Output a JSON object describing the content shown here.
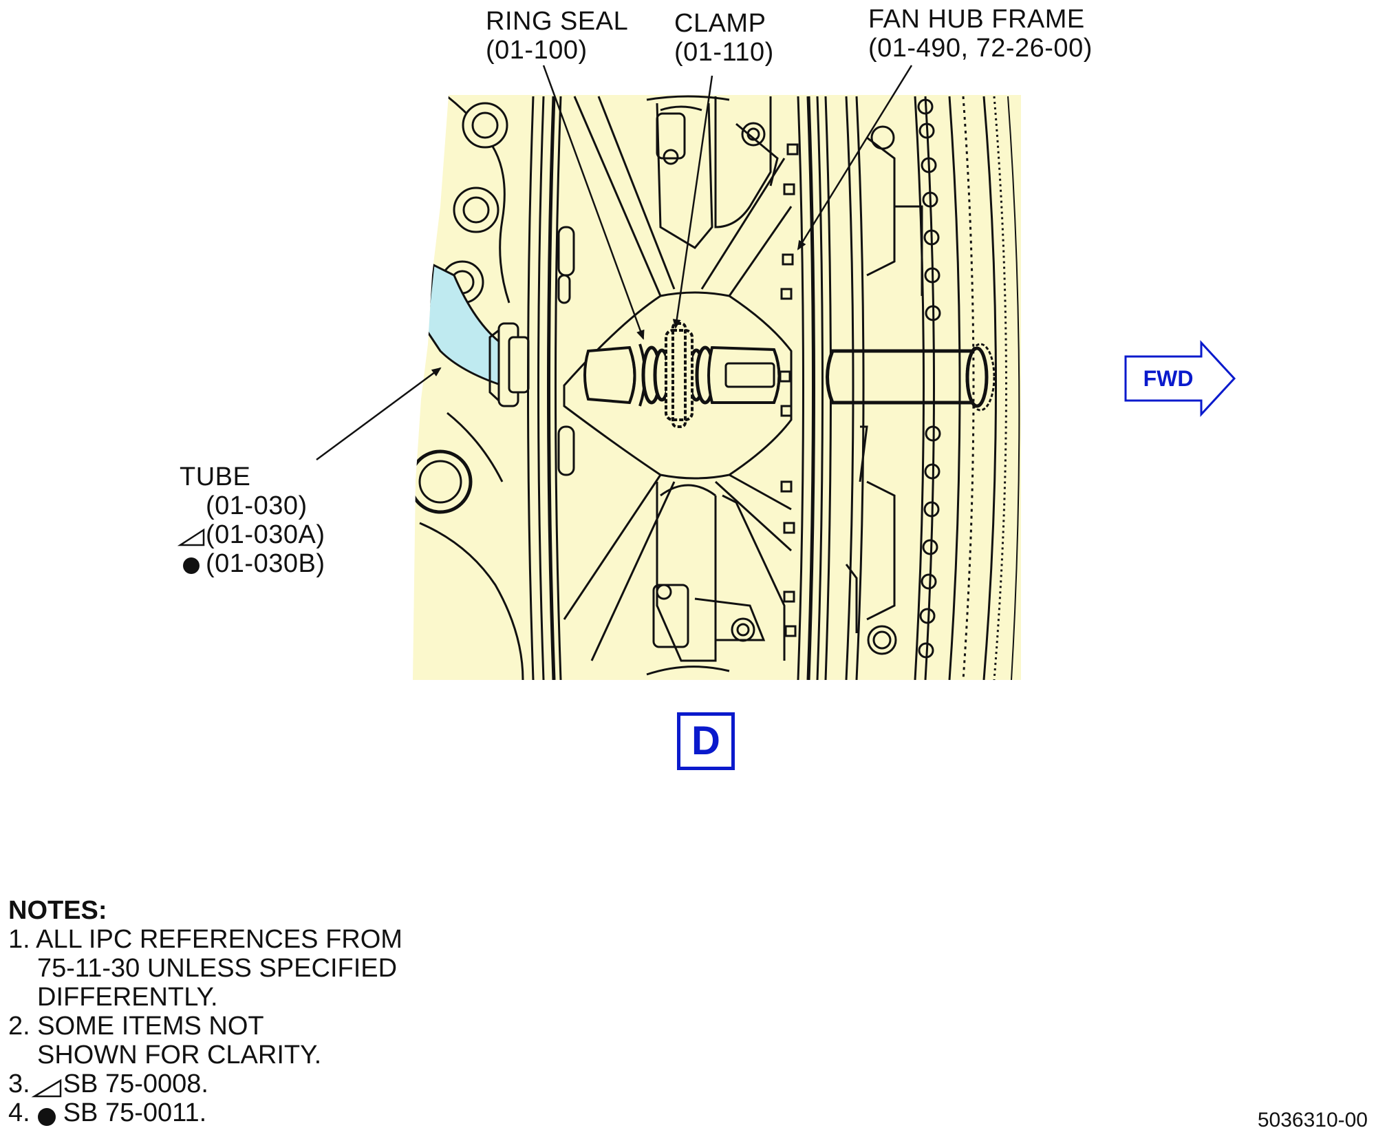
{
  "labels": {
    "ring_seal": {
      "name": "RING SEAL",
      "ref": "(01-100)"
    },
    "clamp": {
      "name": "CLAMP",
      "ref": "(01-110)"
    },
    "fan_hub_frame": {
      "name": "FAN HUB FRAME",
      "ref": "(01-490, 72-26-00)"
    },
    "tube": {
      "name": "TUBE",
      "ref": "(01-030)",
      "ref_a": "(01-030A)",
      "ref_b": "(01-030B)"
    }
  },
  "view_label": "D",
  "fwd_label": "FWD",
  "notes": {
    "title": "NOTES:",
    "n1_a": "1. ALL IPC REFERENCES FROM",
    "n1_b": "75-11-30 UNLESS SPECIFIED",
    "n1_c": "DIFFERENTLY.",
    "n2_a": "2. SOME ITEMS NOT",
    "n2_b": "SHOWN FOR CLARITY.",
    "n3_num": "3.",
    "n3_text": "SB 75-0008.",
    "n4_num": "4.",
    "n4_text": "SB 75-0011."
  },
  "figure_id": "5036310-00",
  "colors": {
    "background_panel": "#fbf8cc",
    "tube_highlight": "#bfeaf0",
    "accent_blue": "#0a1acc",
    "line": "#111111"
  },
  "icons": {
    "sb_0008_marker": "triangle-marker-icon",
    "sb_0011_marker": "filled-circle-icon",
    "fwd_arrow": "fwd-arrow-icon"
  }
}
